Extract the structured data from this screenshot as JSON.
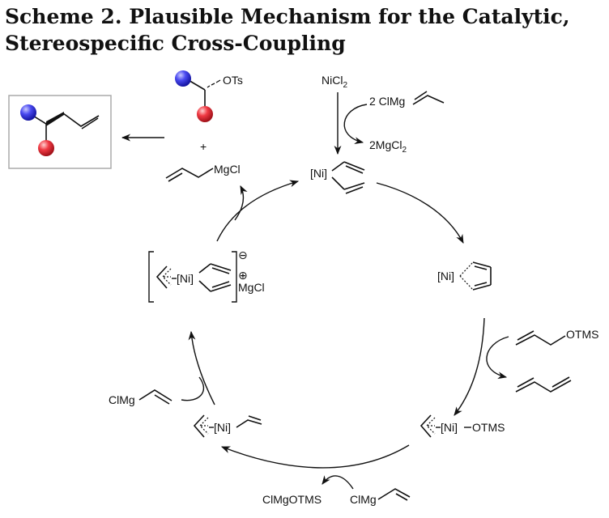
{
  "title": {
    "line1": "Scheme 2. Plausible Mechanism for the Catalytic,",
    "line2": "Stereospecific Cross-Coupling"
  },
  "labels": {
    "ots": "OTs",
    "plus": "+",
    "allyl_mgcl_mg": "MgCl",
    "nicl2_ni": "NiCl",
    "nicl2_sub": "2",
    "two_clmg": "2 ClMg",
    "two_mgcl2_main": "2MgCl",
    "two_mgcl2_sub": "2",
    "ni_top": "[Ni]",
    "ni_right": "[Ni]",
    "ate_ni": "[Ni]",
    "ate_minus": "⊖",
    "ate_plus": "⊕",
    "ate_mgcl": "MgCl",
    "otms_reagent": "OTMS",
    "ni_otms_ni": "[Ni]",
    "ni_otms_otms": "OTMS",
    "ni_left": "[Ni]",
    "clmg_left": "ClMg",
    "clmgotms": "ClMgOTMS",
    "clmg_bottom": "ClMg"
  },
  "colors": {
    "blue_sphere": "#3a3ae0",
    "red_sphere": "#e8303a",
    "line": "#111111",
    "box_border": "#aaaaaa"
  }
}
